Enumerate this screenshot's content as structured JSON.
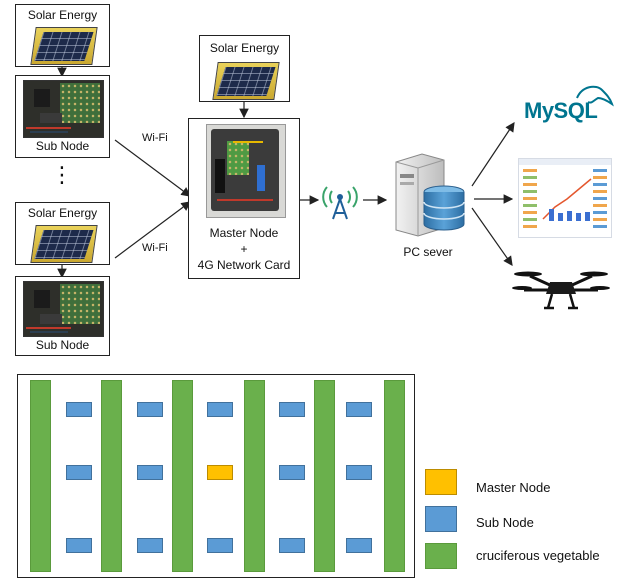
{
  "top_left_stack": {
    "solar_label_1": "Solar Energy",
    "sub_node_label_1": "Sub Node",
    "ellipsis": "⋮",
    "solar_label_2": "Solar Energy",
    "sub_node_label_2": "Sub Node",
    "wifi_label_1": "Wi-Fi",
    "wifi_label_2": "Wi-Fi"
  },
  "master": {
    "solar_label": "Solar Energy",
    "line1": "Master Node",
    "line2": "+",
    "line3": "4G Network Card"
  },
  "server": {
    "label": "PC sever"
  },
  "outputs": {
    "mysql_label": "MySQL",
    "icons": [
      "mysql-logo",
      "chart-dashboard",
      "drone"
    ]
  },
  "field_layout": {
    "legend": [
      {
        "label": "Master Node",
        "color": "#ffc000"
      },
      {
        "label": "Sub Node",
        "color": "#5b9bd5"
      },
      {
        "label": "cruciferous vegetable",
        "color": "#6ab04c"
      }
    ],
    "plant_row_count": 6,
    "node_grid": {
      "rows": 3,
      "columns": 5,
      "master_position": [
        1,
        2
      ]
    }
  },
  "colors": {
    "plant": "#6ab04c",
    "sub_node": "#5b9bd5",
    "master_node": "#ffc000",
    "mysql_blue": "#00758f",
    "mysql_orange": "#f29111"
  }
}
